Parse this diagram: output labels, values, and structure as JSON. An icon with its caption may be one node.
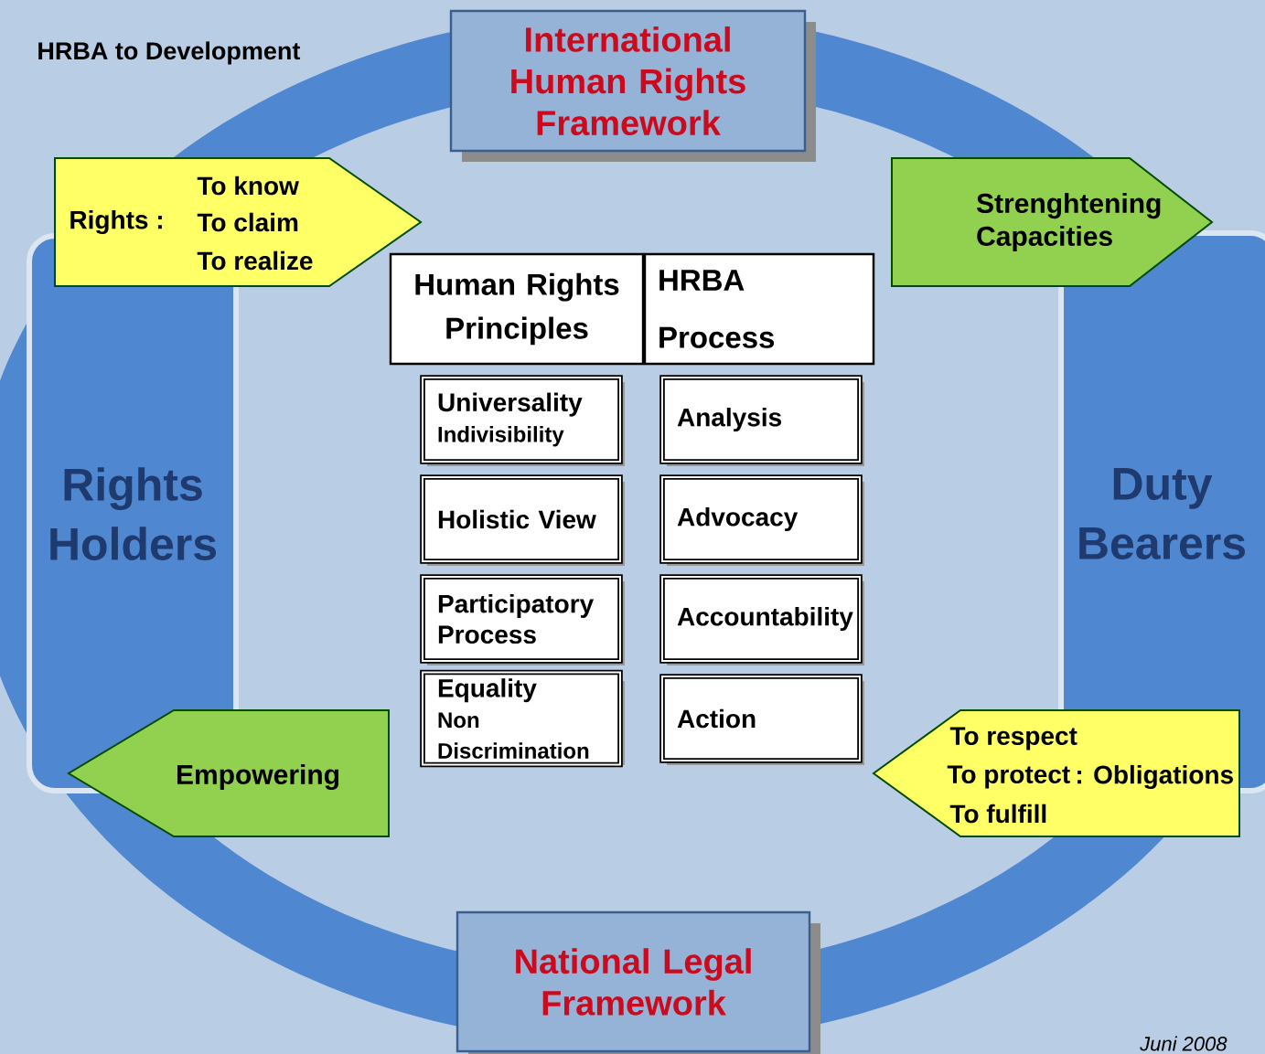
{
  "diagram": {
    "nodes": [
      {
        "text": [
          "International Human Rights Framework"
        ]
      },
      {
        "text": [
          "Rights :",
          "To know",
          "To claim",
          "To realize"
        ]
      },
      {
        "text": [
          "Strenghtening Capacities"
        ]
      },
      {
        "text": [
          "Human Rights Principles"
        ]
      },
      {
        "text": [
          "HRBA Process"
        ]
      },
      {
        "text": [
          "Universality",
          "Indivisibility"
        ]
      },
      {
        "text": [
          "Analysis"
        ]
      },
      {
        "text": [
          "Holistic View"
        ]
      },
      {
        "text": [
          "Advocacy"
        ]
      },
      {
        "text": [
          "Participatory Process"
        ]
      },
      {
        "text": [
          "Accountability"
        ]
      },
      {
        "text": [
          "Equality",
          "Non Discrimination"
        ]
      },
      {
        "text": [
          "Action"
        ]
      },
      {
        "text": [
          "Rights Holders"
        ]
      },
      {
        "text": [
          "Duty Bearers"
        ]
      },
      {
        "text": [
          "Empowering"
        ]
      },
      {
        "text": [
          "To respect",
          "To protect",
          "To fulfill",
          ": Obligations"
        ]
      },
      {
        "text": [
          "National Legal Framework"
        ]
      }
    ],
    "labels": [
      "HRBA to Development",
      "Juni 2008"
    ]
  }
}
